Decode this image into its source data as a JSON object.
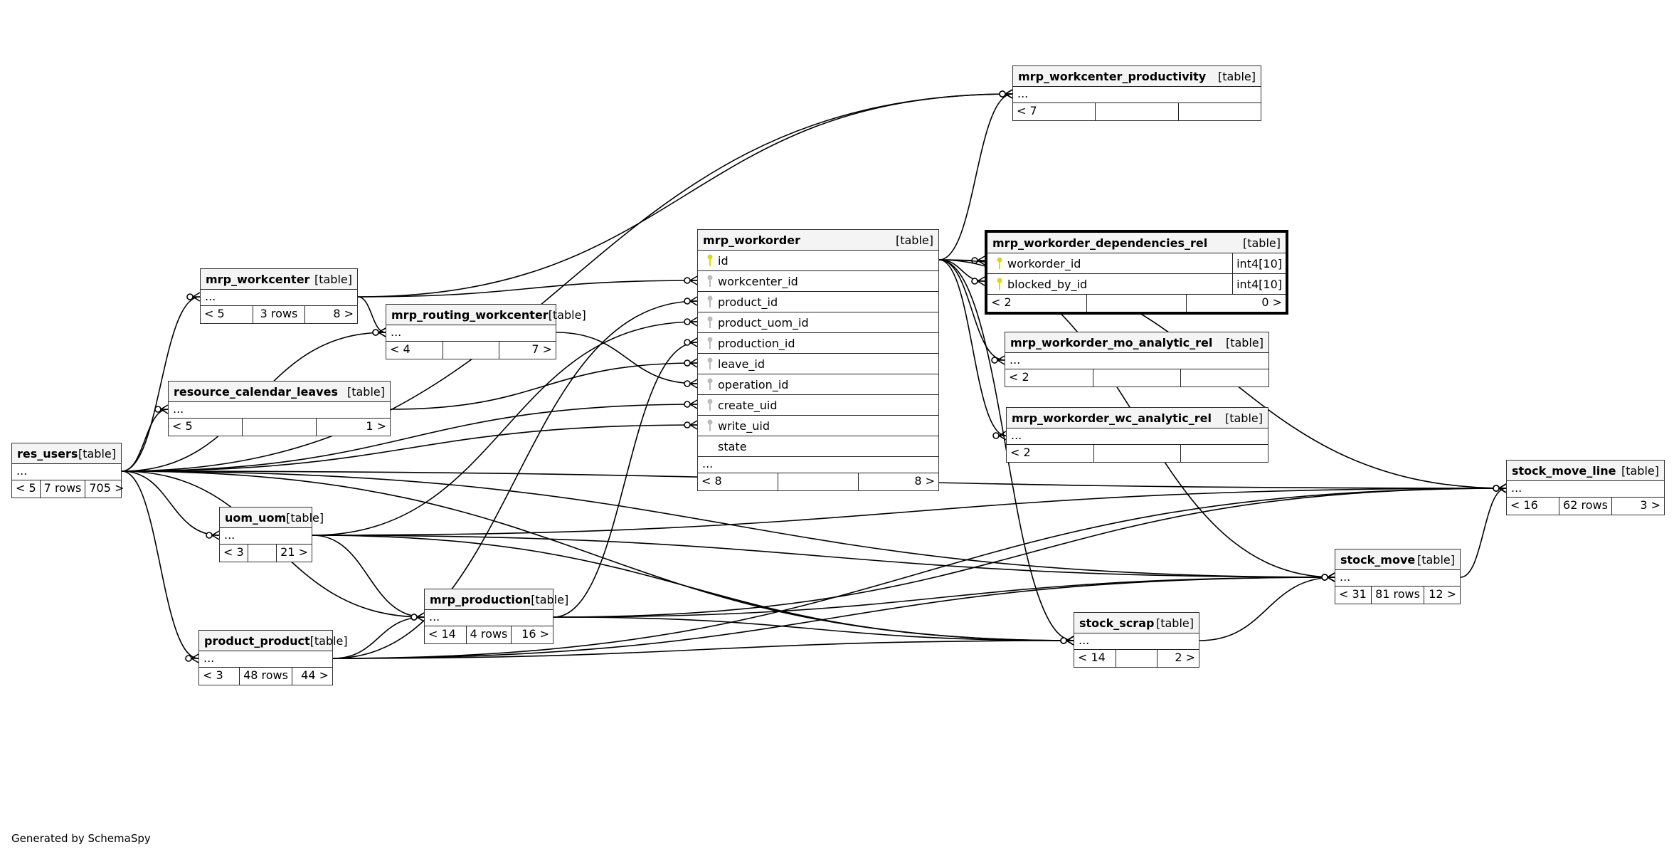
{
  "diagram_title": "Generated by SchemaSpy",
  "colors": {
    "primary_key": "#e0d800",
    "foreign_key": "#bbbbbb",
    "header_bg": "#f4f4f4",
    "line": "#000000"
  },
  "tables": {
    "res_users": {
      "name": "res_users",
      "kind": "[table]",
      "ellipsis": "...",
      "parents": "< 5",
      "rows": "7 rows",
      "children": "705 >"
    },
    "mrp_workcenter": {
      "name": "mrp_workcenter",
      "kind": "[table]",
      "ellipsis": "...",
      "parents": "< 5",
      "rows": "3 rows",
      "children": "8 >"
    },
    "mrp_routing_workcenter": {
      "name": "mrp_routing_workcenter",
      "kind": "[table]",
      "ellipsis": "...",
      "parents": "< 4",
      "rows": "",
      "children": "7 >"
    },
    "resource_calendar_leaves": {
      "name": "resource_calendar_leaves",
      "kind": "[table]",
      "ellipsis": "...",
      "parents": "< 5",
      "rows": "",
      "children": "1 >"
    },
    "uom_uom": {
      "name": "uom_uom",
      "kind": "[table]",
      "ellipsis": "...",
      "parents": "< 3",
      "rows": "",
      "children": "21 >"
    },
    "product_product": {
      "name": "product_product",
      "kind": "[table]",
      "ellipsis": "...",
      "parents": "< 3",
      "rows": "48 rows",
      "children": "44 >"
    },
    "mrp_production": {
      "name": "mrp_production",
      "kind": "[table]",
      "ellipsis": "...",
      "parents": "< 14",
      "rows": "4 rows",
      "children": "16 >"
    },
    "mrp_workorder": {
      "name": "mrp_workorder",
      "kind": "[table]",
      "columns": [
        {
          "name": "id",
          "key": "primary"
        },
        {
          "name": "workcenter_id",
          "key": "foreign"
        },
        {
          "name": "product_id",
          "key": "foreign"
        },
        {
          "name": "product_uom_id",
          "key": "foreign"
        },
        {
          "name": "production_id",
          "key": "foreign"
        },
        {
          "name": "leave_id",
          "key": "foreign"
        },
        {
          "name": "operation_id",
          "key": "foreign"
        },
        {
          "name": "create_uid",
          "key": "foreign"
        },
        {
          "name": "write_uid",
          "key": "foreign"
        },
        {
          "name": "state",
          "key": "none"
        }
      ],
      "ellipsis": "...",
      "parents": "< 8",
      "rows": "",
      "children": "8 >"
    },
    "mrp_workorder_dependencies_rel": {
      "name": "mrp_workorder_dependencies_rel",
      "kind": "[table]",
      "columns": [
        {
          "name": "workorder_id",
          "type": "int4[10]",
          "key": "primary"
        },
        {
          "name": "blocked_by_id",
          "type": "int4[10]",
          "key": "primary"
        }
      ],
      "parents": "< 2",
      "rows": "",
      "children": "0 >"
    },
    "mrp_workcenter_productivity": {
      "name": "mrp_workcenter_productivity",
      "kind": "[table]",
      "ellipsis": "...",
      "parents": "< 7",
      "rows": "",
      "children": ""
    },
    "mrp_workorder_mo_analytic_rel": {
      "name": "mrp_workorder_mo_analytic_rel",
      "kind": "[table]",
      "ellipsis": "...",
      "parents": "< 2",
      "rows": "",
      "children": ""
    },
    "mrp_workorder_wc_analytic_rel": {
      "name": "mrp_workorder_wc_analytic_rel",
      "kind": "[table]",
      "ellipsis": "...",
      "parents": "< 2",
      "rows": "",
      "children": ""
    },
    "stock_move_line": {
      "name": "stock_move_line",
      "kind": "[table]",
      "ellipsis": "...",
      "parents": "< 16",
      "rows": "62 rows",
      "children": "3 >"
    },
    "stock_move": {
      "name": "stock_move",
      "kind": "[table]",
      "ellipsis": "...",
      "parents": "< 31",
      "rows": "81 rows",
      "children": "12 >"
    },
    "stock_scrap": {
      "name": "stock_scrap",
      "kind": "[table]",
      "ellipsis": "...",
      "parents": "< 14",
      "rows": "",
      "children": "2 >"
    }
  },
  "relationships": [
    {
      "from": "res_users",
      "to": "mrp_workcenter"
    },
    {
      "from": "res_users",
      "to": "mrp_routing_workcenter"
    },
    {
      "from": "res_users",
      "to": "resource_calendar_leaves"
    },
    {
      "from": "res_users",
      "to": "uom_uom"
    },
    {
      "from": "res_users",
      "to": "product_product"
    },
    {
      "from": "res_users",
      "to": "mrp_production"
    },
    {
      "from": "res_users",
      "to": "mrp_workorder",
      "column": "create_uid"
    },
    {
      "from": "res_users",
      "to": "mrp_workorder",
      "column": "write_uid"
    },
    {
      "from": "res_users",
      "to": "mrp_workcenter_productivity"
    },
    {
      "from": "res_users",
      "to": "stock_move_line"
    },
    {
      "from": "res_users",
      "to": "stock_move"
    },
    {
      "from": "res_users",
      "to": "stock_scrap"
    },
    {
      "from": "mrp_workcenter",
      "to": "mrp_routing_workcenter"
    },
    {
      "from": "mrp_workcenter",
      "to": "mrp_workorder",
      "column": "workcenter_id"
    },
    {
      "from": "mrp_workcenter",
      "to": "mrp_workcenter_productivity"
    },
    {
      "from": "mrp_routing_workcenter",
      "to": "mrp_workorder",
      "column": "operation_id"
    },
    {
      "from": "resource_calendar_leaves",
      "to": "mrp_workorder",
      "column": "leave_id"
    },
    {
      "from": "uom_uom",
      "to": "mrp_workorder",
      "column": "product_uom_id"
    },
    {
      "from": "uom_uom",
      "to": "mrp_production"
    },
    {
      "from": "uom_uom",
      "to": "stock_move_line"
    },
    {
      "from": "uom_uom",
      "to": "stock_move"
    },
    {
      "from": "uom_uom",
      "to": "stock_scrap"
    },
    {
      "from": "product_product",
      "to": "mrp_workorder",
      "column": "product_id"
    },
    {
      "from": "product_product",
      "to": "mrp_production"
    },
    {
      "from": "product_product",
      "to": "stock_move"
    },
    {
      "from": "product_product",
      "to": "stock_scrap"
    },
    {
      "from": "product_product",
      "to": "stock_move_line"
    },
    {
      "from": "mrp_production",
      "to": "mrp_workorder",
      "column": "production_id"
    },
    {
      "from": "mrp_production",
      "to": "stock_move"
    },
    {
      "from": "mrp_production",
      "to": "stock_scrap"
    },
    {
      "from": "mrp_production",
      "to": "stock_move_line"
    },
    {
      "from": "mrp_workorder",
      "to": "mrp_workorder_dependencies_rel",
      "column": "workorder_id"
    },
    {
      "from": "mrp_workorder",
      "to": "mrp_workorder_dependencies_rel",
      "column": "blocked_by_id"
    },
    {
      "from": "mrp_workorder",
      "to": "mrp_workorder_mo_analytic_rel"
    },
    {
      "from": "mrp_workorder",
      "to": "mrp_workorder_wc_analytic_rel"
    },
    {
      "from": "mrp_workorder",
      "to": "mrp_workcenter_productivity"
    },
    {
      "from": "mrp_workorder",
      "to": "stock_move"
    },
    {
      "from": "mrp_workorder",
      "to": "stock_move_line"
    },
    {
      "from": "mrp_workorder",
      "to": "stock_scrap"
    },
    {
      "from": "stock_move",
      "to": "stock_move_line"
    },
    {
      "from": "stock_scrap",
      "to": "stock_move"
    }
  ]
}
